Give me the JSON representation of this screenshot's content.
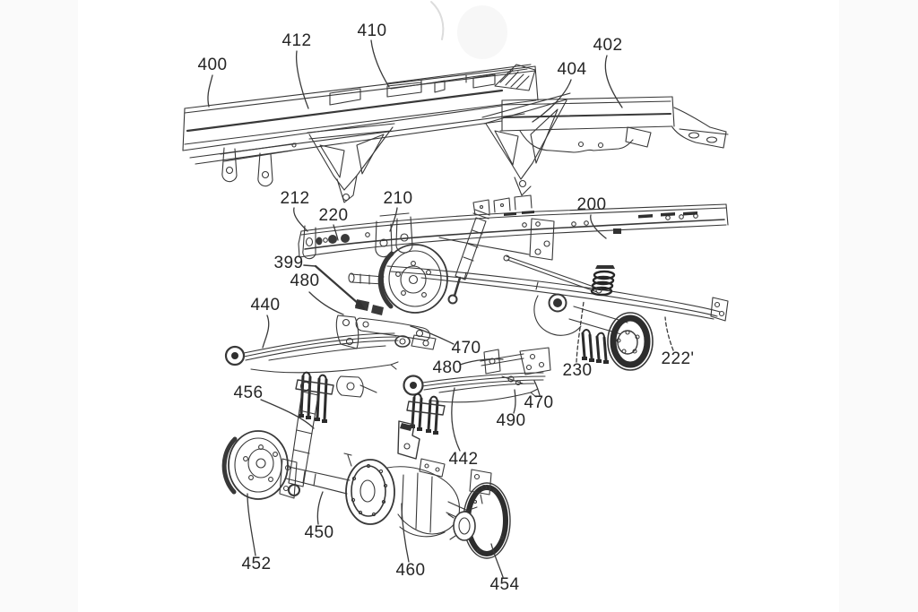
{
  "figure": {
    "kind": "patent-line-drawing",
    "description": "Exploded perspective patent drawing of truck chassis frame sections and rear solid-axle leaf-spring suspension assemblies",
    "colors": {
      "page_background": "#fafafa",
      "canvas_background": "#ffffff",
      "line": "#383838",
      "label": "#262626"
    },
    "labels": [
      {
        "id": "400",
        "text": "400"
      },
      {
        "id": "412",
        "text": "412"
      },
      {
        "id": "410",
        "text": "410"
      },
      {
        "id": "402",
        "text": "402"
      },
      {
        "id": "404",
        "text": "404"
      },
      {
        "id": "212",
        "text": "212"
      },
      {
        "id": "220",
        "text": "220"
      },
      {
        "id": "210",
        "text": "210"
      },
      {
        "id": "200",
        "text": "200"
      },
      {
        "id": "399",
        "text": "399"
      },
      {
        "id": "440",
        "text": "440"
      },
      {
        "id": "480a",
        "text": "480"
      },
      {
        "id": "470a",
        "text": "470"
      },
      {
        "id": "456",
        "text": "456"
      },
      {
        "id": "480b",
        "text": "480"
      },
      {
        "id": "470b",
        "text": "470"
      },
      {
        "id": "490",
        "text": "490"
      },
      {
        "id": "442",
        "text": "442"
      },
      {
        "id": "230",
        "text": "230"
      },
      {
        "id": "222p",
        "text": "222'"
      },
      {
        "id": "450",
        "text": "450"
      },
      {
        "id": "452",
        "text": "452"
      },
      {
        "id": "460",
        "text": "460"
      },
      {
        "id": "454",
        "text": "454"
      }
    ]
  }
}
